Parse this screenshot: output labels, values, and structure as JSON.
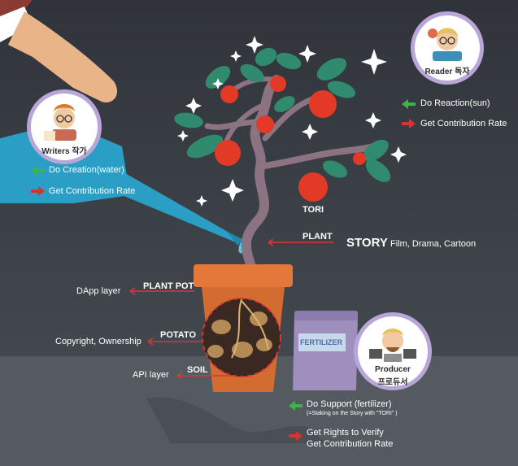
{
  "writers": {
    "badge_label": "Writers 작가",
    "action_1": "Do Creation(water)",
    "action_2": "Get Contribution Rate"
  },
  "reader": {
    "badge_label": "Reader 독자",
    "action_1": "Do Reaction(sun)",
    "action_2": "Get Contribution Rate"
  },
  "producer": {
    "badge_label_en": "Producer",
    "badge_label_ko": "프로듀서",
    "action_1": "Do Support (fertilizer)",
    "action_1_note": "(=Staking on the Story with \"TORI\" )",
    "action_2_line1": "Get Rights to Verify",
    "action_2_line2": "Get Contribution Rate"
  },
  "plant": {
    "tori_label": "TORI",
    "plant_label": "PLANT",
    "story_word": "STORY",
    "story_detail": "Film, Drama, Cartoon"
  },
  "pot": {
    "label": "PLANT POT",
    "description": "DApp layer"
  },
  "potato": {
    "label": "POTATO",
    "description": "Copyright, Ownership"
  },
  "soil": {
    "label": "SOIL",
    "description": "API layer"
  },
  "fertilizer_bag": {
    "label": "FERTILIZER"
  },
  "colors": {
    "green_arrow": "#3bb54a",
    "red_arrow": "#d8342c",
    "tomato": "#e23a26",
    "leaf": "#2f8a6e",
    "pot": "#e2793b",
    "watering_can": "#2a9ec4",
    "badge_ring": "#b9a6d9"
  }
}
